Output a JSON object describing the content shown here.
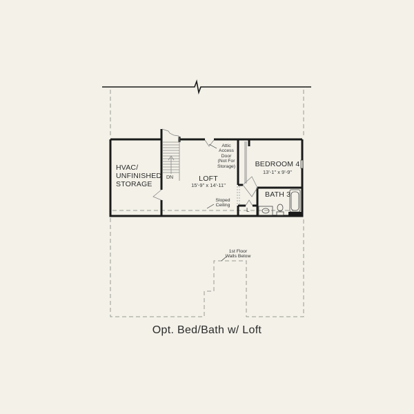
{
  "plan": {
    "title": "Opt. Bed/Bath w/ Loft",
    "background_color": "#F3F1E8",
    "wall_color": "#1a1a1a",
    "dashed_color": "#9a9a96"
  },
  "rooms": {
    "storage": {
      "name_line1": "HVAC/",
      "name_line2": "UNFINISHED",
      "name_line3": "STORAGE"
    },
    "loft": {
      "name": "LOFT",
      "dimensions": "15'-9\" x 14'-11\""
    },
    "bedroom4": {
      "name": "BEDROOM 4",
      "dimensions": "13'-1\" x 9'-9\""
    },
    "bath3": {
      "name": "BATH 3"
    }
  },
  "annotations": {
    "stair_direction": "DN",
    "attic_line1": "Attic",
    "attic_line2": "Access",
    "attic_line3": "Door",
    "attic_line4": "(Not For",
    "attic_line5": "Storage)",
    "sloped_line1": "Sloped",
    "sloped_line2": "Ceiling",
    "first_floor_line1": "1st Floor",
    "first_floor_line2": "Walls Below",
    "linen_closet": "L"
  }
}
